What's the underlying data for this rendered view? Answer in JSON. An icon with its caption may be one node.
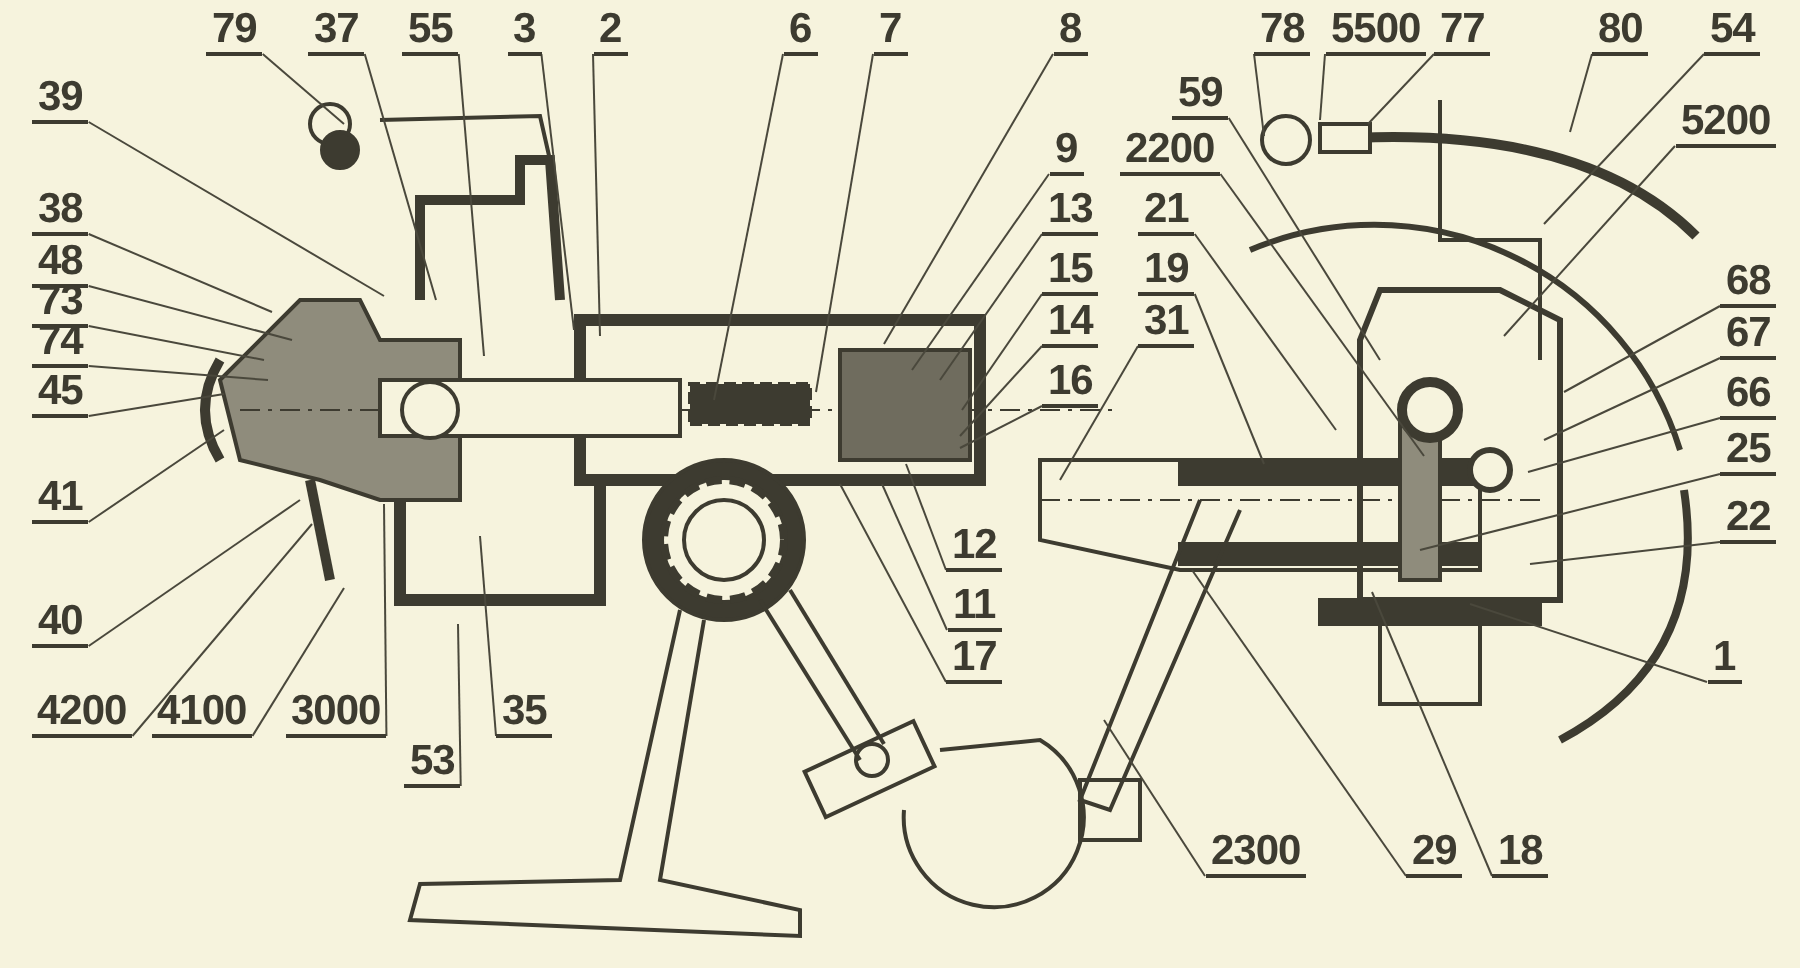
{
  "diagram": {
    "nodes": [
      {
        "text": [
          "79"
        ]
      },
      {
        "text": [
          "37"
        ]
      },
      {
        "text": [
          "55"
        ]
      },
      {
        "text": [
          "3"
        ]
      },
      {
        "text": [
          "2"
        ]
      },
      {
        "text": [
          "6"
        ]
      },
      {
        "text": [
          "7"
        ]
      },
      {
        "text": [
          "8"
        ]
      },
      {
        "text": [
          "78"
        ]
      },
      {
        "text": [
          "5500"
        ]
      },
      {
        "text": [
          "77"
        ]
      },
      {
        "text": [
          "80"
        ]
      },
      {
        "text": [
          "54"
        ]
      },
      {
        "text": [
          "39"
        ]
      },
      {
        "text": [
          "59"
        ]
      },
      {
        "text": [
          "2200"
        ]
      },
      {
        "text": [
          "5200"
        ]
      },
      {
        "text": [
          "9"
        ]
      },
      {
        "text": [
          "38"
        ]
      },
      {
        "text": [
          "48"
        ]
      },
      {
        "text": [
          "73"
        ]
      },
      {
        "text": [
          "74"
        ]
      },
      {
        "text": [
          "45"
        ]
      },
      {
        "text": [
          "13"
        ]
      },
      {
        "text": [
          "21"
        ]
      },
      {
        "text": [
          "15"
        ]
      },
      {
        "text": [
          "19"
        ]
      },
      {
        "text": [
          "68"
        ]
      },
      {
        "text": [
          "14"
        ]
      },
      {
        "text": [
          "31"
        ]
      },
      {
        "text": [
          "67"
        ]
      },
      {
        "text": [
          "16"
        ]
      },
      {
        "text": [
          "66"
        ]
      },
      {
        "text": [
          "41"
        ]
      },
      {
        "text": [
          "25"
        ]
      },
      {
        "text": [
          "12"
        ]
      },
      {
        "text": [
          "22"
        ]
      },
      {
        "text": [
          "11"
        ]
      },
      {
        "text": [
          "40"
        ]
      },
      {
        "text": [
          "17"
        ]
      },
      {
        "text": [
          "1"
        ]
      },
      {
        "text": [
          "4200"
        ]
      },
      {
        "text": [
          "4100"
        ]
      },
      {
        "text": [
          "3000"
        ]
      },
      {
        "text": [
          "35"
        ]
      },
      {
        "text": [
          "53"
        ]
      },
      {
        "text": [
          "2300"
        ]
      },
      {
        "text": [
          "29"
        ]
      },
      {
        "text": [
          "18"
        ]
      }
    ],
    "edges": [
      {
        "from": 0,
        "to": null,
        "arrow": "none"
      },
      {
        "from": 1,
        "to": null,
        "arrow": "none"
      },
      {
        "from": 2,
        "to": null,
        "arrow": "none"
      },
      {
        "from": 3,
        "to": null,
        "arrow": "none"
      },
      {
        "from": 4,
        "to": null,
        "arrow": "none"
      },
      {
        "from": 5,
        "to": null,
        "arrow": "none"
      },
      {
        "from": 6,
        "to": null,
        "arrow": "none"
      },
      {
        "from": 7,
        "to": null,
        "arrow": "none"
      },
      {
        "from": 8,
        "to": null,
        "arrow": "none"
      },
      {
        "from": 9,
        "to": null,
        "arrow": "none"
      },
      {
        "from": 10,
        "to": null,
        "arrow": "none"
      },
      {
        "from": 11,
        "to": null,
        "arrow": "none"
      },
      {
        "from": 12,
        "to": null,
        "arrow": "none"
      },
      {
        "from": 13,
        "to": null,
        "arrow": "none"
      },
      {
        "from": 14,
        "to": null,
        "arrow": "none"
      },
      {
        "from": 15,
        "to": null,
        "arrow": "none"
      },
      {
        "from": 16,
        "to": null,
        "arrow": "none"
      },
      {
        "from": 17,
        "to": null,
        "arrow": "none"
      },
      {
        "from": 18,
        "to": null,
        "arrow": "none"
      },
      {
        "from": 19,
        "to": null,
        "arrow": "none"
      },
      {
        "from": 20,
        "to": null,
        "arrow": "none"
      },
      {
        "from": 21,
        "to": null,
        "arrow": "none"
      },
      {
        "from": 22,
        "to": null,
        "arrow": "none"
      },
      {
        "from": 23,
        "to": null,
        "arrow": "none"
      },
      {
        "from": 24,
        "to": null,
        "arrow": "none"
      },
      {
        "from": 25,
        "to": null,
        "arrow": "none"
      },
      {
        "from": 26,
        "to": null,
        "arrow": "none"
      },
      {
        "from": 27,
        "to": null,
        "arrow": "none"
      },
      {
        "from": 28,
        "to": null,
        "arrow": "none"
      },
      {
        "from": 29,
        "to": null,
        "arrow": "none"
      },
      {
        "from": 30,
        "to": null,
        "arrow": "none"
      },
      {
        "from": 31,
        "to": null,
        "arrow": "none"
      },
      {
        "from": 32,
        "to": null,
        "arrow": "none"
      },
      {
        "from": 33,
        "to": null,
        "arrow": "none"
      },
      {
        "from": 34,
        "to": null,
        "arrow": "none"
      },
      {
        "from": 35,
        "to": null,
        "arrow": "none"
      },
      {
        "from": 36,
        "to": null,
        "arrow": "none"
      },
      {
        "from": 37,
        "to": null,
        "arrow": "none"
      },
      {
        "from": 38,
        "to": null,
        "arrow": "none"
      },
      {
        "from": 39,
        "to": null,
        "arrow": "none"
      },
      {
        "from": 40,
        "to": null,
        "arrow": "none"
      },
      {
        "from": 41,
        "to": null,
        "arrow": "none"
      },
      {
        "from": 42,
        "to": null,
        "arrow": "none"
      },
      {
        "from": 43,
        "to": null,
        "arrow": "none"
      },
      {
        "from": 44,
        "to": null,
        "arrow": "none"
      },
      {
        "from": 45,
        "to": null,
        "arrow": "none"
      },
      {
        "from": 46,
        "to": null,
        "arrow": "none"
      },
      {
        "from": 47,
        "to": null,
        "arrow": "none"
      },
      {
        "from": 48,
        "to": null,
        "arrow": "none"
      }
    ]
  }
}
